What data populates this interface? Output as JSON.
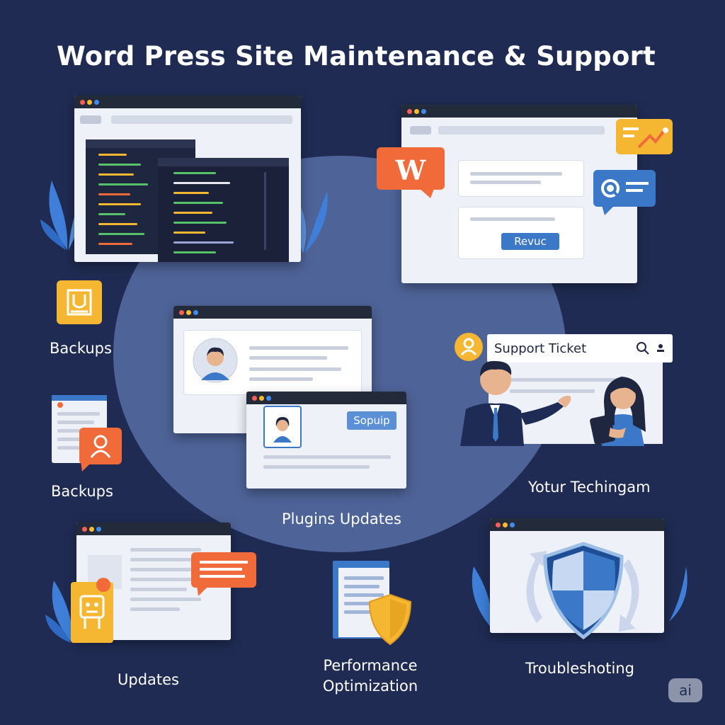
{
  "title": "Word Press Site Maintenance & Support",
  "labels": {
    "backups_1": "Backups",
    "backups_2": "Backups",
    "plugins_updates": "Plugins Updates",
    "your_tech_team": "Yotur Techingam",
    "updates": "Updates",
    "performance_line1": "Performance",
    "performance_line2": "Optimization",
    "troubleshooting": "Troubleshoting"
  },
  "top_right_window": {
    "wp_logo_letter": "W",
    "button_label": "Revuc"
  },
  "profile_window": {
    "button_label": "Sopuip"
  },
  "support": {
    "search_text": "Support Ticket"
  },
  "badge": "ai",
  "colors": {
    "background": "#1f2b52",
    "circle": "#4e6398",
    "accent_orange": "#f06a3a",
    "accent_yellow": "#f5b731",
    "accent_blue": "#3c78c8"
  },
  "icons": [
    "code-icon",
    "wordpress-icon",
    "chat-icon",
    "search-icon",
    "user-icon",
    "shield-icon",
    "backup-icon",
    "document-icon",
    "leaf-icon"
  ]
}
